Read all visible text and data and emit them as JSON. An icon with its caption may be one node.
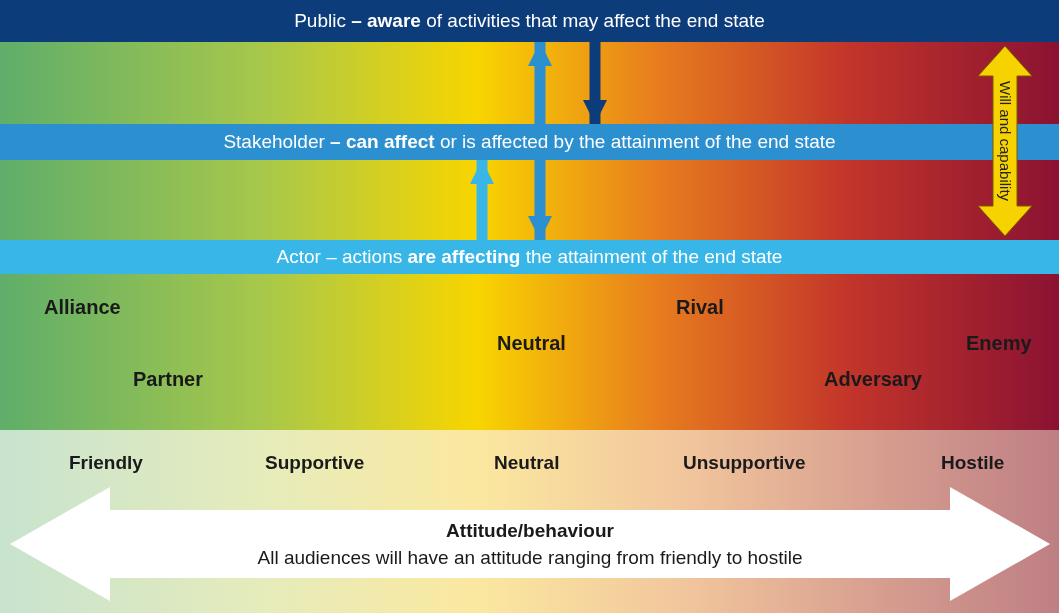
{
  "diagram": {
    "nodes": [
      {
        "text": [
          "Public **– aware** of activities that may affect the end state"
        ]
      },
      {
        "text": [
          "Stakeholder **– can affect** or is affected by the attainment of the end state"
        ]
      },
      {
        "text": [
          "Actor – actions **are affecting** the attainment of the end state"
        ]
      },
      {
        "text": [
          "Attitude/behaviour",
          "All audiences will have an attitude ranging from friendly to hostile"
        ]
      }
    ],
    "edges": [
      {
        "from": 1,
        "to": 0,
        "arrow": "to"
      },
      {
        "from": 0,
        "to": 1,
        "arrow": "to",
        "color": "#0d3c7a"
      },
      {
        "from": 2,
        "to": 1,
        "arrow": "to",
        "color": "#38b6e8"
      },
      {
        "from": 1,
        "to": 2,
        "arrow": "to"
      },
      {
        "from": 0,
        "to": 2,
        "arrow": "both",
        "label": "Will and capability",
        "color": "#f6d200"
      }
    ],
    "labels": [
      "Alliance",
      "Rival",
      "Neutral",
      "Enemy",
      "Partner",
      "Adversary",
      "Friendly",
      "Supportive",
      "Neutral",
      "Unsupportive",
      "Hostile"
    ]
  }
}
